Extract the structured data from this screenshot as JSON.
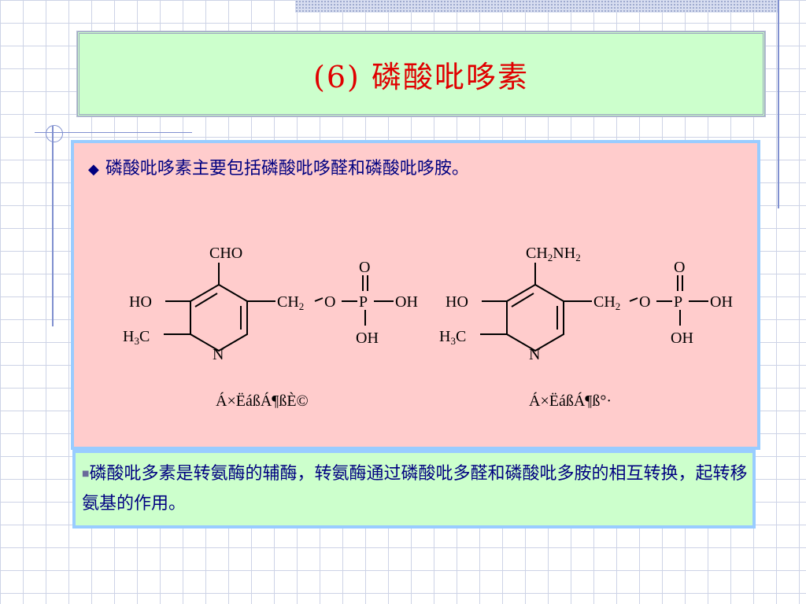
{
  "title": "(6)  磷酸吡哆素",
  "bullet": {
    "icon": "diamond-bullet-icon",
    "text": "磷酸吡哆素主要包括磷酸吡哆醛和磷酸吡哆胺。"
  },
  "structures": {
    "left": {
      "top_group": "CHO",
      "ring_left_top": "HO",
      "ring_left_bottom_main": "H",
      "ring_left_bottom_sub": "3",
      "ring_left_bottom_tail": "C",
      "ring_n": "N",
      "chain_main": "CH",
      "chain_sub": "2",
      "o_link": "O",
      "p_atom": "P",
      "p_top": "O",
      "p_right": "OH",
      "p_bottom": "OH",
      "caption": "Á×ËáßÁ¶ßÈ©"
    },
    "right": {
      "top_group_a": "CH",
      "top_group_sub1": "2",
      "top_group_b": "NH",
      "top_group_sub2": "2",
      "ring_left_top": "HO",
      "ring_left_bottom_main": "H",
      "ring_left_bottom_sub": "3",
      "ring_left_bottom_tail": "C",
      "ring_n": "N",
      "chain_main": "CH",
      "chain_sub": "2",
      "o_link": "O",
      "p_atom": "P",
      "p_top": "O",
      "p_right": "OH",
      "p_bottom": "OH",
      "caption": "Á×ËáßÁ¶ß°·"
    }
  },
  "note": {
    "marker": "■",
    "text": "磷酸吡多素是转氨酶的辅酶，转氨酶通过磷酸吡多醛和磷酸吡多胺的相互转换，起转移氨基的作用。"
  }
}
